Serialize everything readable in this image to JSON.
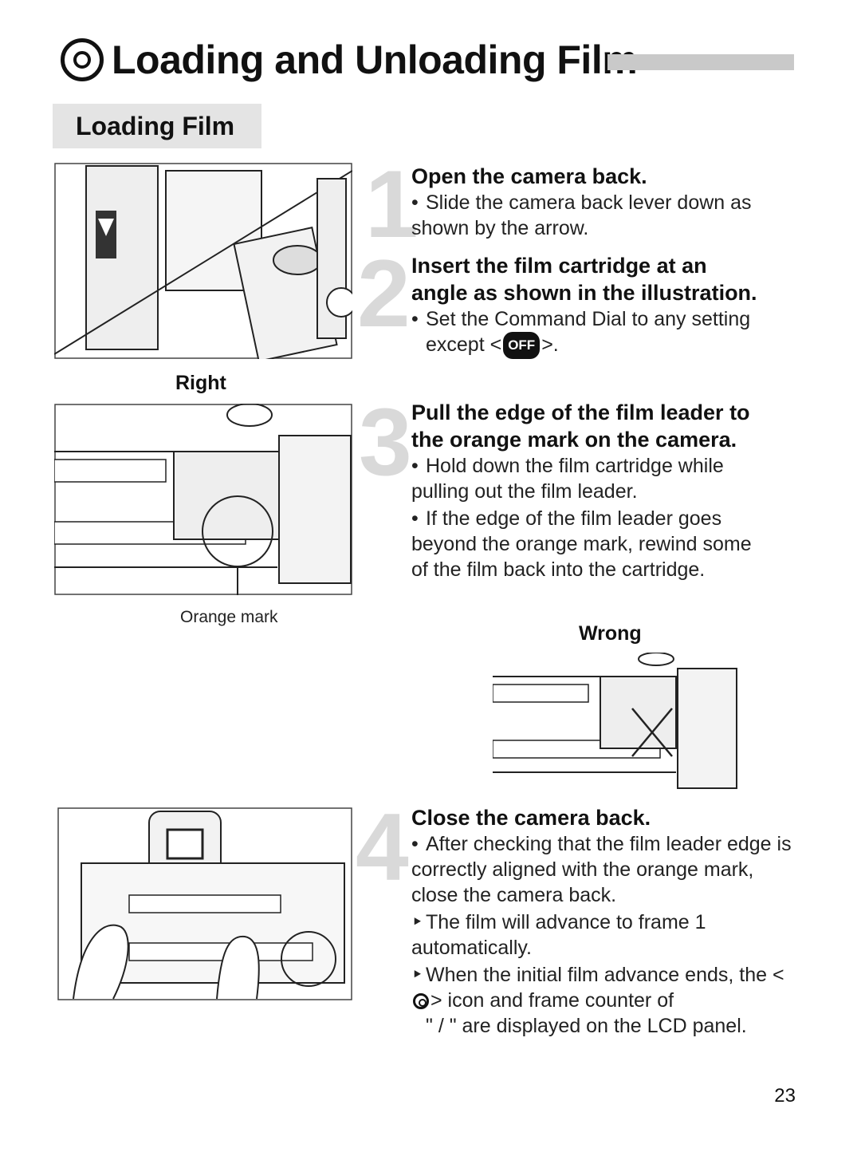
{
  "title": "Loading and Unloading Film",
  "subtitle": "Loading Film",
  "step1": {
    "number": "1",
    "heading": "Open the camera back.",
    "bullets": [
      "Slide the camera back lever down as shown by the arrow."
    ]
  },
  "step2": {
    "number": "2",
    "heading_line1": "Insert the film cartridge at an",
    "heading_line2": "angle as shown in the illustration.",
    "bullet_prefix": "Set the Command Dial to any setting",
    "bullet_except": "except <",
    "off_label": "OFF",
    "bullet_suffix": ">."
  },
  "step3": {
    "number": "3",
    "heading_line1": "Pull the edge of the film leader to",
    "heading_line2": "the orange mark on the camera.",
    "bullets": [
      "Hold down the film cartridge while pulling out the film leader.",
      "If the edge of the film leader goes beyond the orange mark, rewind some of the film back into the cartridge."
    ]
  },
  "step4": {
    "number": "4",
    "heading": "Close the camera back.",
    "bullet1": "After checking that the film leader edge is correctly aligned with the orange mark, close the camera back.",
    "bullet2": "The film will advance to frame 1 automatically.",
    "bullet3_a": "When the initial film advance ends, the <",
    "bullet3_b": "> icon and frame counter of",
    "bullet3_c": "\" / \" are displayed on the LCD panel."
  },
  "labels": {
    "right": "Right",
    "orange_mark": "Orange mark",
    "wrong": "Wrong"
  },
  "page_number": "23",
  "icons": [
    "film-cartridge-icon",
    "camera-back-illustration"
  ]
}
